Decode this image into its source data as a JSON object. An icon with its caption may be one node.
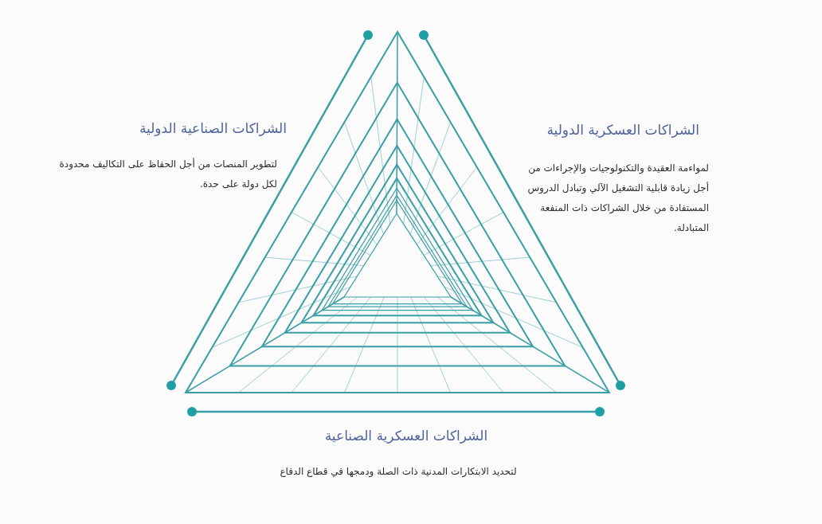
{
  "diagram": {
    "labels": [
      "الشراكات الصناعية الدولية",
      "لتطوير المنصات من أجل الحفاظ على التكاليف محدودة لكل دولة على حدة.",
      "الشراكات العسكرية الدولية",
      "لمواءمة العقيدة والتكنولوجيات والإجراءات من أجل زيادة قابلية التشغيل الآلي وتبادل الدروس المستفادة من خلال الشراكات ذات المنفعة المتبادلة.",
      "الشراكات العسكرية الصناعية",
      "لتحديد الابتكارات المدنية ذات الصلة ودمجها في قطاع الدفاع"
    ]
  }
}
